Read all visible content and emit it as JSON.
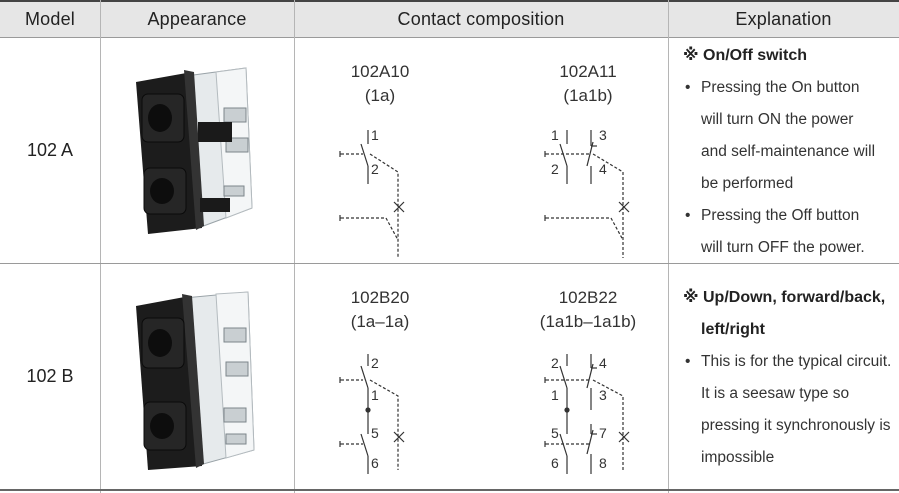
{
  "table": {
    "headers": {
      "model": "Model",
      "appearance": "Appearance",
      "contact": "Contact composition",
      "explanation": "Explanation"
    },
    "rows": [
      {
        "model": "102 A",
        "left_code": "102A10",
        "left_sub": "(1a)",
        "right_code": "102A11",
        "right_sub": "(1a1b)",
        "left_terminals": [
          "1",
          "2"
        ],
        "right_terminals": [
          "1",
          "3",
          "2",
          "4"
        ],
        "explanation": {
          "title": "※ On/Off switch",
          "bullet_symbol": "•",
          "bullets": [
            [
              "Pressing the On button",
              "will turn ON the power",
              "and self-maintenance will",
              "be performed"
            ],
            [
              "Pressing the Off button",
              "will turn OFF the power."
            ]
          ]
        }
      },
      {
        "model": "102 B",
        "left_code": "102B20",
        "left_sub": "(1a–1a)",
        "right_code": "102B22",
        "right_sub": "(1a1b–1a1b)",
        "left_terminals": [
          "2",
          "1",
          "5",
          "6"
        ],
        "right_terminals": [
          "2",
          "4",
          "1",
          "3",
          "5",
          "7",
          "6",
          "8"
        ],
        "explanation": {
          "title_line1": "※ Up/Down, forward/back,",
          "title_line2": "left/right",
          "bullet_symbol": "•",
          "bullets": [
            [
              "This is for the typical circuit.",
              "It is a seesaw type so",
              "pressing it synchronously is",
              "impossible"
            ]
          ]
        }
      }
    ]
  }
}
